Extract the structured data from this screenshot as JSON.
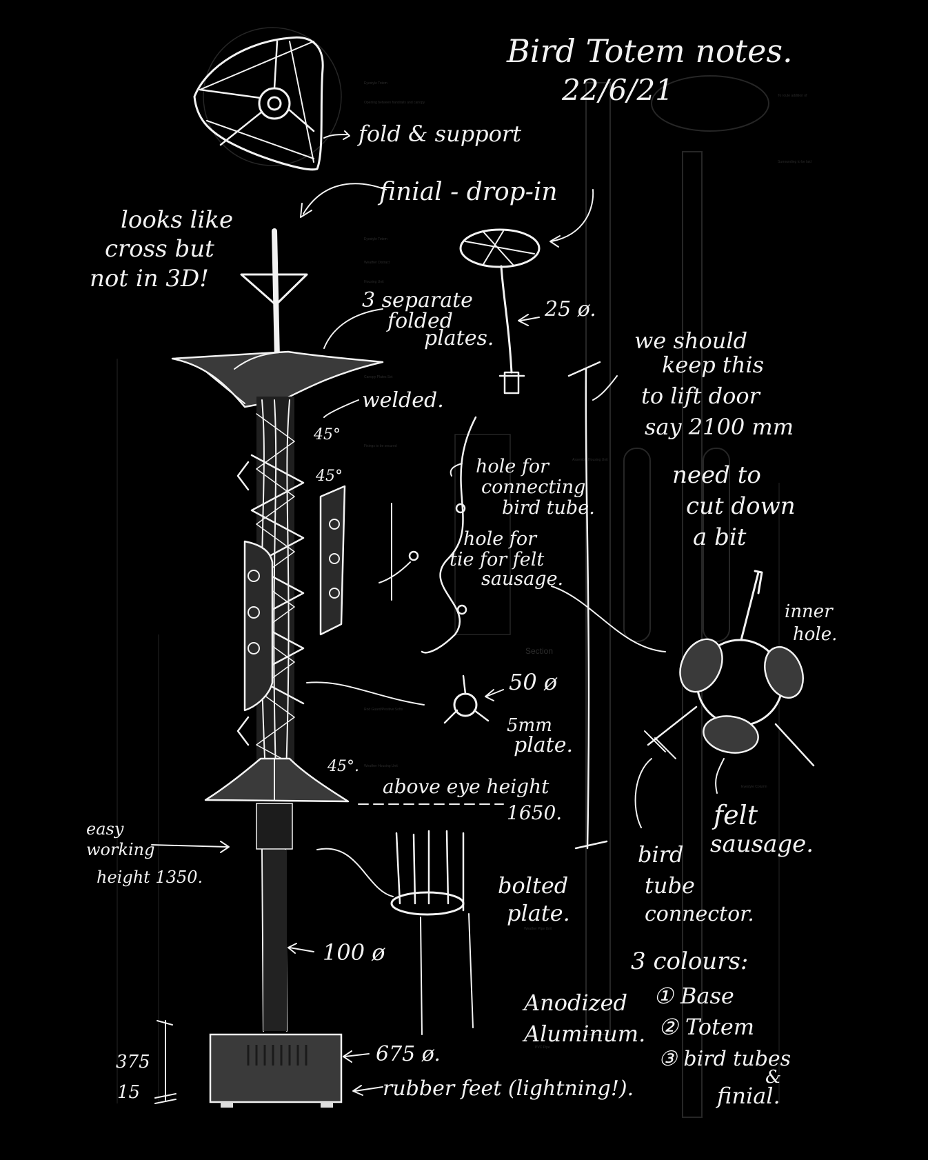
{
  "title": "Bird Totem notes.",
  "date": "22/6/21",
  "notes": {
    "fold_support": "fold & support",
    "finial": "finial - drop-in",
    "looks_like_1": "looks like",
    "looks_like_2": "cross but",
    "looks_like_3": "not in 3D!",
    "plates_1": "3 separate",
    "plates_2": "folded",
    "plates_3": "plates.",
    "dia_25": "25 ø.",
    "keep_1": "we should",
    "keep_2": "keep this",
    "keep_3": "to lift door",
    "keep_4": "say 2100 mm",
    "welded": "welded.",
    "angle_1": "45°",
    "angle_2": "45°",
    "angle_3": "45°.",
    "hole1_1": "hole for",
    "hole1_2": "connecting",
    "hole1_3": "bird tube.",
    "hole2_1": "hole for",
    "hole2_2": "tie for felt",
    "hole2_3": "sausage.",
    "cut_1": "need to",
    "cut_2": "cut down",
    "cut_3": "a bit",
    "inner_1": "inner",
    "inner_2": "hole.",
    "dia_50": "50 ø",
    "plate_1": "5mm",
    "plate_2": "plate.",
    "eye_1": "above eye height",
    "eye_2": "1650.",
    "easy_1": "easy",
    "easy_2": "working",
    "easy_3": "height 1350.",
    "felt_1": "felt",
    "felt_2": "sausage.",
    "bolted_1": "bolted",
    "bolted_2": "plate.",
    "connector_1": "bird",
    "connector_2": "tube",
    "connector_3": "connector.",
    "dia_100": "100 ø",
    "colours_title": "3 colours:",
    "anodized_1": "Anodized",
    "anodized_2": "Aluminum.",
    "colour_1": "① Base",
    "colour_2": "② Totem",
    "colour_3": "③ bird tubes",
    "colour_3b": "&",
    "colour_3c": "finial.",
    "dim_375": "375",
    "dim_15": "15",
    "dia_675": "675 ø.",
    "rubber": "rubber feet (lightning!).",
    "section_label": "Section"
  },
  "colors": {
    "background": "#000000",
    "ink": "#f2f2f2",
    "plate_fill": "#3a3a3a"
  }
}
